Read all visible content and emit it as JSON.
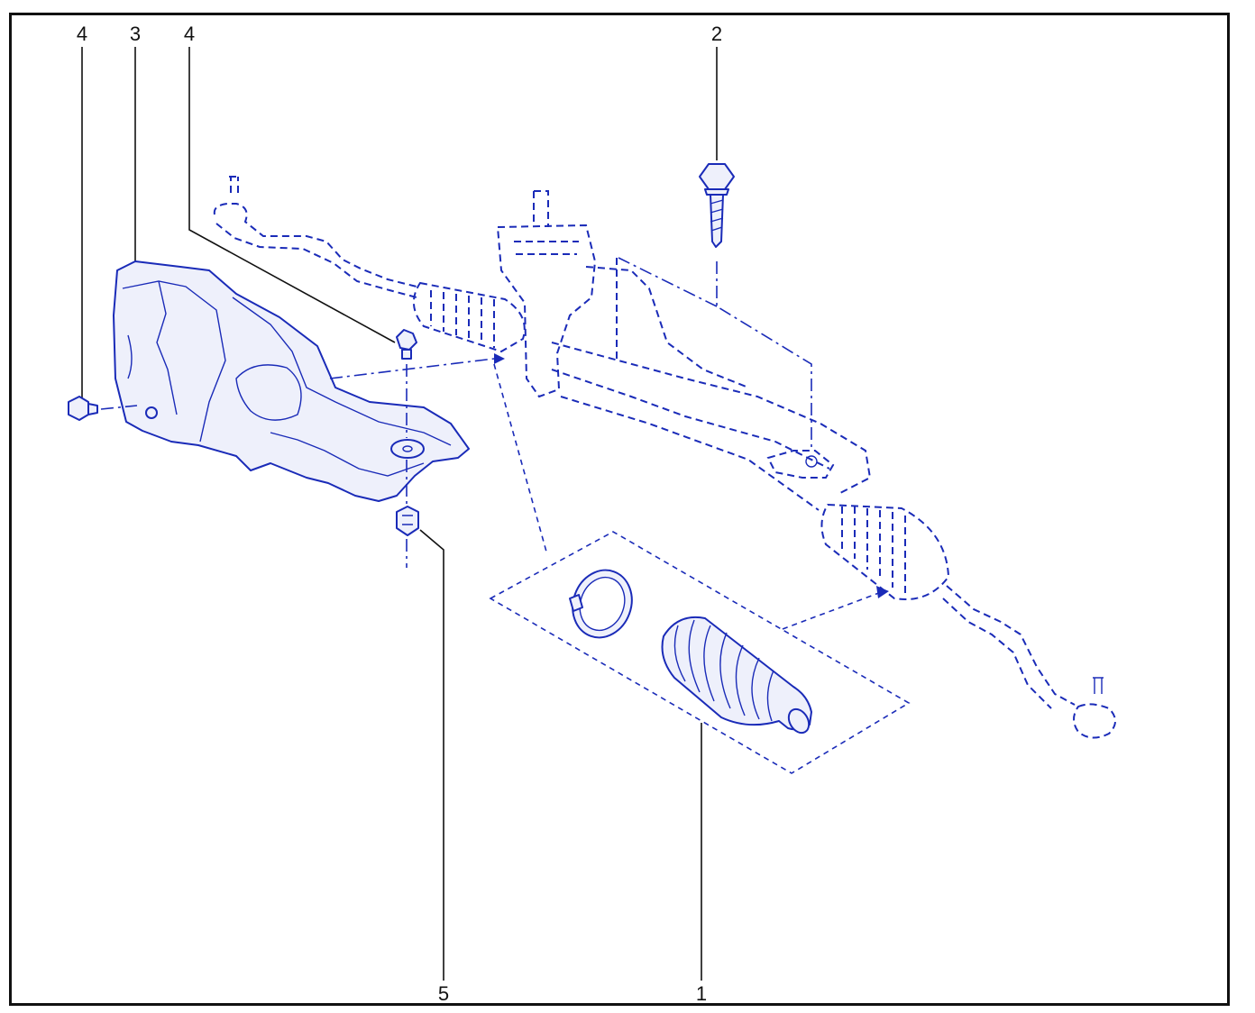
{
  "callouts": {
    "c4a": "4",
    "c3": "3",
    "c4b": "4",
    "c2": "2",
    "c5": "5",
    "c1": "1"
  },
  "colors": {
    "line": "#1a2bb8",
    "leader": "#111111",
    "frame": "#111111"
  }
}
